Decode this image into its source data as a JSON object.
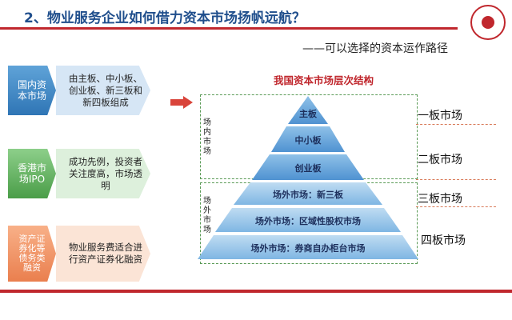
{
  "header": {
    "title": "2、物业服务企业如何借力资本市场扬帆远航？",
    "subtitle": "——可以选择的资本运作路径"
  },
  "paths": [
    {
      "tag": "国内资本市场",
      "desc": "由主板、中小板、创业板、新三板和新四板组成"
    },
    {
      "tag": "香港市场IPO",
      "desc": "成功先例，投资者关注度高，市场透明"
    },
    {
      "tag": "资产证券化等债务类融资",
      "desc": "物业服务费适合进行资产证券化融资"
    }
  ],
  "pyramid": {
    "title": "我国资本市场层次结构",
    "inner_label": "场内市场",
    "outer_label": "场外市场",
    "levels": [
      "主板",
      "中小板",
      "创业板",
      "场外市场：新三板",
      "场外市场：区域性股权市场",
      "场外市场：券商自办柜台市场"
    ],
    "boards": [
      "一板市场",
      "二板市场",
      "三板市场",
      "四板市场"
    ]
  },
  "colors": {
    "accent": "#c0272d",
    "title": "#1f4e8c",
    "blue": "#2f75b5",
    "green": "#4a9d48",
    "orange": "#ea7f4e"
  }
}
